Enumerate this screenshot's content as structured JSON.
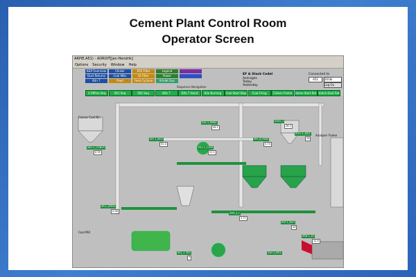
{
  "slide": {
    "title_line1": "Cement Plant Control Room",
    "title_line2": "Operator Screen"
  },
  "window": {
    "title": "ARPIE.A51) - ADROIT[Jan-Hendrik]",
    "menu": [
      "Options",
      "Security",
      "Window",
      "Help"
    ]
  },
  "toolbar": {
    "buttons": [
      {
        "label": "K&P Overview",
        "color": "#1f4fa0"
      },
      {
        "label": "Clinker",
        "color": "#1f4fa0"
      },
      {
        "label": "EPX Filter",
        "color": "#c48a10"
      },
      {
        "label": "Legend",
        "color": "#2f7f2f"
      },
      {
        "label": "",
        "color": "#7a2fa0"
      },
      {
        "label": "Dust Returns",
        "color": "#1f4fa0"
      },
      {
        "label": "Coal Mills",
        "color": "#1f4fa0"
      },
      {
        "label": "ID Filter",
        "color": "#c48a10"
      },
      {
        "label": "Power",
        "color": "#2f7f2f"
      },
      {
        "label": "",
        "color": "#3050c0"
      },
      {
        "label": "Kiln 7",
        "color": "#1f4fa0"
      },
      {
        "label": "Feed",
        "color": "#c48a10"
      },
      {
        "label": "Feed Cyclone",
        "color": "#c48a10"
      },
      {
        "label": "K-Inlet Gas",
        "color": "#2f9f6f"
      }
    ],
    "mid_label": "EF & Stack Codel",
    "averages_label": "Averages",
    "today_label": "Today",
    "yesterday_label": "Yesterday",
    "connected_label": "Connected to",
    "server": "A51",
    "date": "2016/",
    "logout": "Log Ou"
  },
  "sequence": {
    "header": "Sequence Navigation",
    "buttons": [
      "3 Offline Seq",
      "5K1 Seq",
      "5K2 Seq",
      "Bifo 7",
      "Bifo 7 Hand",
      "Kiln Burning",
      "Coal Start Stop",
      "Coal Firing",
      "Clinker Frame",
      "Home Start Ret",
      "Hatch Dust Ret"
    ]
  },
  "process": {
    "coarse_label": "Coarse Coal Bin",
    "coal_mill_label": "Coal Mill",
    "analyser_label": "Analyser Frame",
    "tags": [
      "SKO-1_CONV3",
      "S45-1_PM90",
      "5IO 1_MO1",
      "PS1-1_CV95",
      "PRT_B_PK90",
      "SG91_1",
      "PLP1-1_MO1",
      "SR-1_ZFRM",
      "SPM_4_L",
      "PLP-1_MO1",
      "5RD-1_E2",
      "SK1_1 3FD",
      "S40-1_MO1"
    ],
    "values": [
      "0.35",
      "44.1",
      "52.4",
      "21.1",
      "0.74",
      "28.2",
      "15",
      "0.58",
      "3.71",
      "44",
      "12.5",
      "7"
    ]
  }
}
